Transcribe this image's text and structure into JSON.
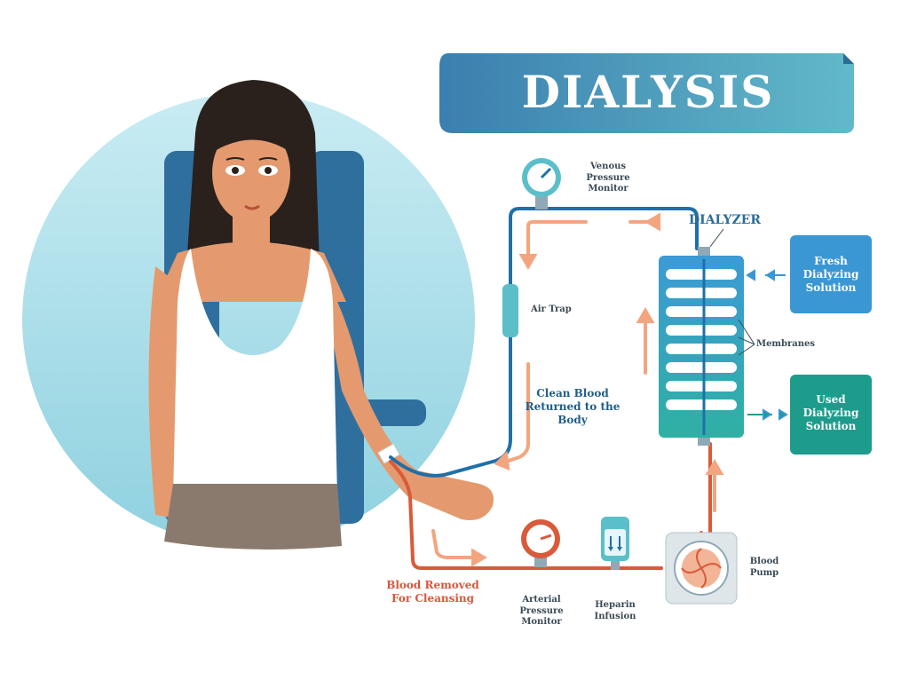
{
  "title": "DIALYSIS",
  "labels": {
    "venous_pressure_monitor": "Venous Pressure Monitor",
    "dialyzer": "DIALYZER",
    "fresh_dialyzing_solution": "Fresh Dialyzing Solution",
    "air_trap": "Air Trap",
    "membranes": "Membranes",
    "clean_blood_returned": "Clean Blood Returned to the Body",
    "used_dialyzing_solution": "Used Dialyzing Solution",
    "blood_pump": "Blood Pump",
    "blood_removed": "Blood Removed For Cleansing",
    "arterial_pressure_monitor": "Arterial Pressure Monitor",
    "heparin_infusion": "Heparin Infusion"
  },
  "colors": {
    "clean_line": "#1f6fa8",
    "dirty_line": "#d95a3a",
    "arrow": "#f3a57f",
    "teal": "#5bbfc9",
    "box_fresh": "#3a97d4",
    "box_used": "#1d9c8c",
    "title_bg": "#3d8fb6"
  }
}
